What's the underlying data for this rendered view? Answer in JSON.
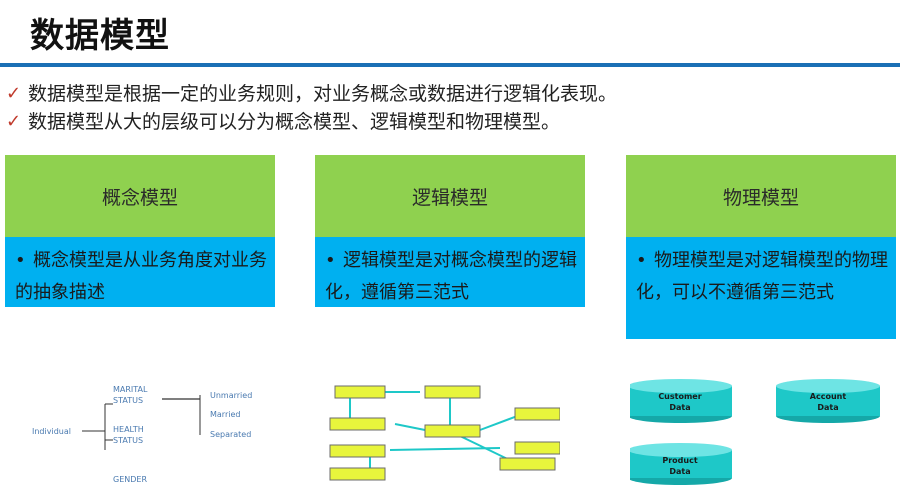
{
  "title": "数据模型",
  "bullets": [
    "数据模型是根据一定的业务规则，对业务概念或数据进行逻辑化表现。",
    "数据模型从大的层级可以分为概念模型、逻辑模型和物理模型。"
  ],
  "columns": [
    {
      "heading": "概念模型",
      "bullet": "•",
      "desc": "概念模型是从业务角度对业务的抽象描述"
    },
    {
      "heading": "逻辑模型",
      "bullet": "•",
      "desc": "逻辑模型是对概念模型的逻辑化，遵循第三范式"
    },
    {
      "heading": "物理模型",
      "bullet": "•",
      "desc": "物理模型是对逻辑模型的物理化，可以不遵循第三范式"
    }
  ],
  "concept_diagram": {
    "individual": "Individual",
    "marital_status": [
      "MARITAL",
      "STATUS"
    ],
    "health_status": [
      "HEALTH",
      "STATUS"
    ],
    "gender": "GENDER",
    "values": [
      "Unmarried",
      "Married",
      "Separated"
    ]
  },
  "physical_diagram": {
    "tables": [
      [
        "Customer",
        "Data"
      ],
      [
        "Account",
        "Data"
      ],
      [
        "Product",
        "Data"
      ]
    ]
  },
  "colors": {
    "header_green": "#8fd14f",
    "body_blue": "#00b0f0",
    "rule_blue": "#1a6fb5",
    "check_red": "#c0392b",
    "db_teal": "#1ec8c8"
  }
}
